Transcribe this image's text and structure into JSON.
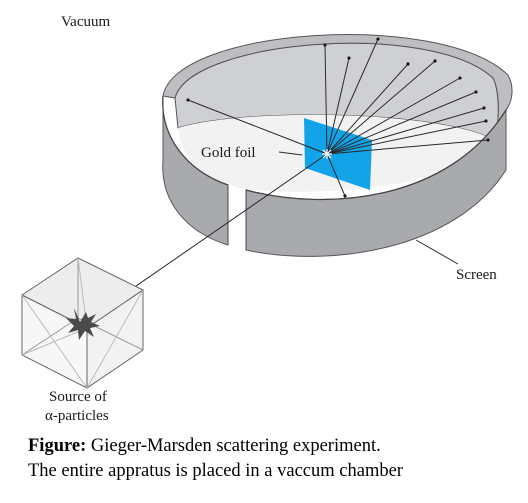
{
  "labels": {
    "vacuum": "Vacuum",
    "gold_foil": "Gold foil",
    "screen": "Screen",
    "source_line1": "Source of",
    "source_line2": "α-particles"
  },
  "caption": {
    "lead": "Figure:",
    "line1": "Gieger-Marsden scattering experiment.",
    "line2": "The entire appratus is placed in a vaccum chamber"
  },
  "colors": {
    "ring_outer": "#a7a8ac",
    "ring_inner": "#d8d9db",
    "ring_top": "#c4c5c8",
    "foil": "#13a3e8",
    "line": "#2a2a2a"
  }
}
